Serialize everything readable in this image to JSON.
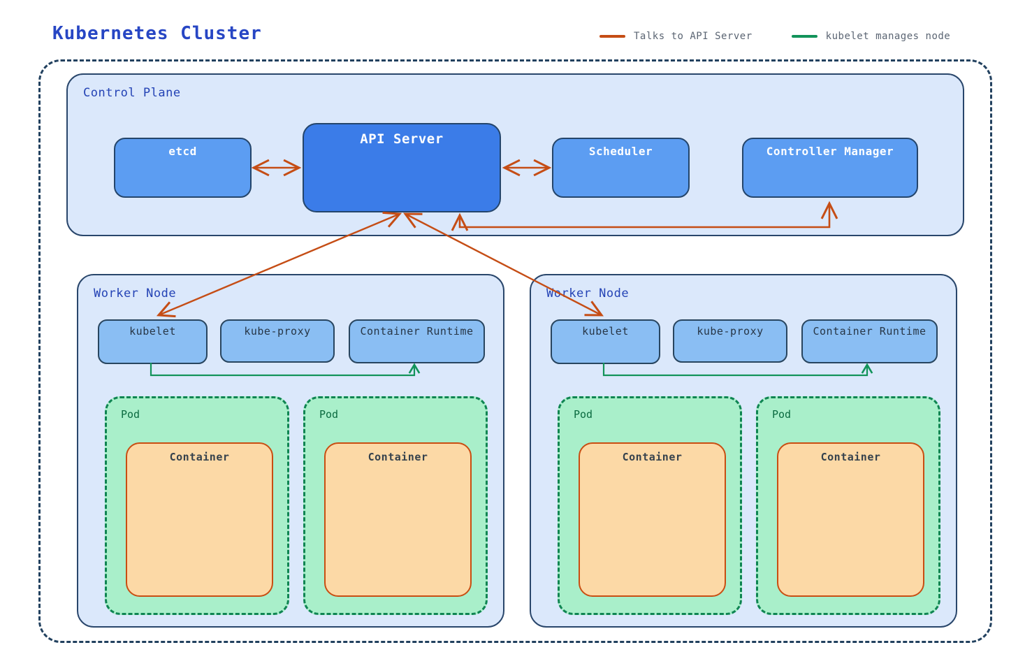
{
  "title": "Kubernetes Cluster",
  "legend": {
    "items": [
      {
        "label": "Talks to API Server",
        "color": "#c54d15"
      },
      {
        "label": "kubelet manages node",
        "color": "#12935a"
      }
    ]
  },
  "colors": {
    "title_text": "#2746c4",
    "group_fill": "#dbe8fb",
    "group_border": "#29466b",
    "component_fill": "#5c9df2",
    "api_server_fill": "#3b7ce8",
    "mini_box_fill": "#8abef3",
    "pod_fill": "#a9efca",
    "pod_border": "#0f8552",
    "container_fill": "#fcd9a6",
    "container_border": "#c94e12",
    "talks_arrow": "#c54d15",
    "manages_arrow": "#12935a",
    "outer_border": "#22415f"
  },
  "control_plane": {
    "label": "Control Plane",
    "components": {
      "etcd": "etcd",
      "api_server": "API Server",
      "scheduler": "Scheduler",
      "controller_manager": "Controller Manager"
    }
  },
  "worker_nodes": [
    {
      "label": "Worker Node",
      "components": {
        "kubelet": "kubelet",
        "kube_proxy": "kube-proxy",
        "container_runtime": "Container Runtime"
      },
      "pods": [
        {
          "label": "Pod",
          "container": "Container"
        },
        {
          "label": "Pod",
          "container": "Container"
        }
      ]
    },
    {
      "label": "Worker Node",
      "components": {
        "kubelet": "kubelet",
        "kube_proxy": "kube-proxy",
        "container_runtime": "Container Runtime"
      },
      "pods": [
        {
          "label": "Pod",
          "container": "Container"
        },
        {
          "label": "Pod",
          "container": "Container"
        }
      ]
    }
  ]
}
